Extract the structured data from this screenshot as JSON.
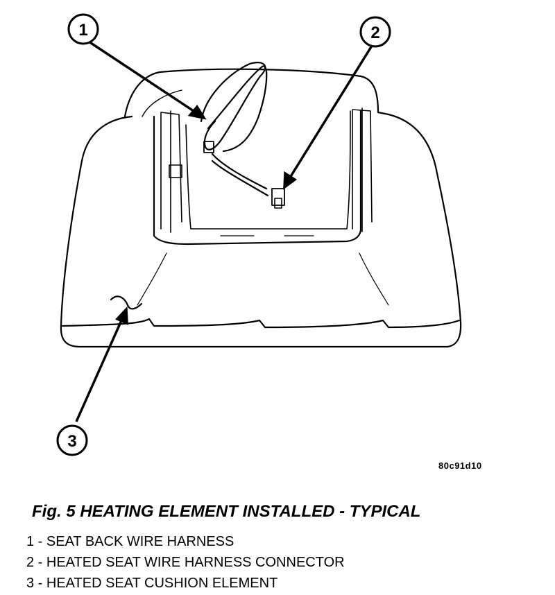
{
  "callouts": [
    {
      "number": "1"
    },
    {
      "number": "2"
    },
    {
      "number": "3"
    }
  ],
  "drawing_code": "80c91d10",
  "caption": "Fig. 5 HEATING ELEMENT INSTALLED - TYPICAL",
  "legend": [
    "1 - SEAT BACK WIRE HARNESS",
    "2 - HEATED SEAT WIRE HARNESS CONNECTOR",
    "3 - HEATED SEAT CUSHION ELEMENT"
  ]
}
